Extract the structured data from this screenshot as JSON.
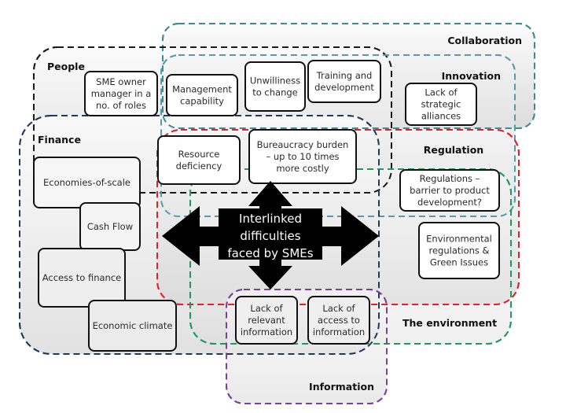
{
  "title": "Interlinked difficulties faced by SMEs",
  "center": {
    "lines": [
      "Interlinked",
      "difficulties",
      "faced by SMEs"
    ]
  },
  "groups": [
    {
      "id": "collaboration",
      "label": "Collaboration",
      "color": "#3c8c96"
    },
    {
      "id": "innovation",
      "label": "Innovation",
      "color": "#5a9aa5"
    },
    {
      "id": "people",
      "label": "People",
      "color": "#1a1a1a"
    },
    {
      "id": "finance",
      "label": "Finance",
      "color": "#1f3a5c"
    },
    {
      "id": "regulation",
      "label": "Regulation",
      "color": "#e0202a"
    },
    {
      "id": "environment",
      "label": "The environment",
      "color": "#1e9a5a"
    },
    {
      "id": "information",
      "label": "Information",
      "color": "#7a3fa0"
    }
  ],
  "boxes": {
    "sme_owner": [
      "SME owner",
      "manager in a",
      "no. of roles"
    ],
    "management": [
      "Management",
      "capability"
    ],
    "unwillingness": [
      "Unwilliness",
      "to change"
    ],
    "training": [
      "Training and",
      "development"
    ],
    "strategic_alliances": [
      "Lack of",
      "strategic",
      "alliances"
    ],
    "resource": [
      "Resource",
      "deficiency"
    ],
    "bureaucracy": [
      "Bureaucracy burden",
      "– up to 10 times",
      "more costly"
    ],
    "economies": [
      "Economies-of-scale"
    ],
    "cash_flow": [
      "Cash Flow"
    ],
    "access_finance": [
      "Access to finance"
    ],
    "economic_climate": [
      "Economic  climate"
    ],
    "regulations_barrier": [
      "Regulations –",
      "barrier to product",
      "development?"
    ],
    "environmental": [
      "Environmental",
      "regulations &",
      "Green Issues"
    ],
    "relevant_info": [
      "Lack of",
      "relevant",
      "information"
    ],
    "access_info": [
      "Lack of",
      "access to",
      "information"
    ]
  }
}
